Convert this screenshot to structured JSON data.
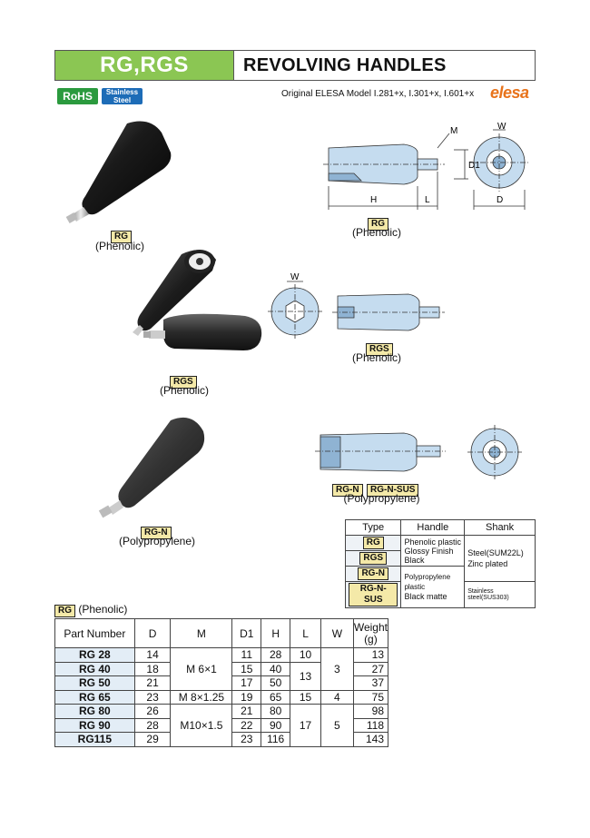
{
  "header": {
    "model": "RG,RGS",
    "title": "REVOLVING HANDLES"
  },
  "badges": {
    "rohs": "RoHS",
    "ss_line1": "Stainless",
    "ss_line2": "Steel"
  },
  "original": "Original ELESA Model I.281+x, I.301+x, I.601+x",
  "brand": "elesa",
  "products": [
    {
      "tag": "RG",
      "material": "(Phenolic)"
    },
    {
      "tag": "RGS",
      "material": "(Phenolic)"
    },
    {
      "tag": "RG-N",
      "material": "(Polypropylene)"
    }
  ],
  "drawings": [
    {
      "tags": [
        "RG"
      ],
      "material": "(Phenolic)",
      "dims": [
        "M",
        "W",
        "D1",
        "H",
        "L",
        "D"
      ]
    },
    {
      "tags": [
        "RGS"
      ],
      "material": "(Phenolic)",
      "dims": [
        "W"
      ]
    },
    {
      "tags": [
        "RG-N",
        "RG-N-SUS"
      ],
      "material": "(Polypropylene)"
    }
  ],
  "spec_table": {
    "headers": [
      "Type",
      "Handle",
      "Shank"
    ],
    "types": [
      "RG",
      "RGS",
      "RG-N",
      "RG-N-SUS"
    ],
    "handle_a": [
      "Phenolic plastic",
      "Glossy Finish",
      "Black"
    ],
    "handle_b": [
      "Polypropylene plastic",
      "Black matte"
    ],
    "shank_a": [
      "Steel(SUM22L)",
      "Zinc plated"
    ],
    "shank_b": "Stainless steel(SUS303)"
  },
  "main_table": {
    "tag": "RG",
    "title": "(Phenolic)",
    "headers": [
      "Part Number",
      "D",
      "M",
      "D1",
      "H",
      "L",
      "W",
      "Weight",
      "(g)"
    ],
    "rows": [
      [
        "RG  28",
        "14",
        "11",
        "28",
        "10",
        "13"
      ],
      [
        "RG  40",
        "18",
        "15",
        "40",
        "",
        "27"
      ],
      [
        "RG  50",
        "21",
        "17",
        "50",
        "",
        "37"
      ],
      [
        "RG  65",
        "23",
        "19",
        "65",
        "15",
        "75"
      ],
      [
        "RG  80",
        "26",
        "21",
        "80",
        "",
        "98"
      ],
      [
        "RG  90",
        "28",
        "22",
        "90",
        "17",
        "118"
      ],
      [
        "RG115",
        "29",
        "23",
        "116",
        "",
        "143"
      ]
    ],
    "m_values": [
      "M  6×1",
      "M  8×1.25",
      "M10×1.5"
    ],
    "l_merged": "13",
    "w_values": [
      "3",
      "4",
      "5"
    ]
  },
  "colors": {
    "header_green": "#8bc653",
    "rohs_green": "#2b9a3e",
    "steel_blue": "#1d6cb7",
    "elesa_orange": "#e8731b",
    "tag_yellow": "#f4e9a8",
    "part_blue": "#e3edf6",
    "drawing_blue": "#c5dcef"
  }
}
